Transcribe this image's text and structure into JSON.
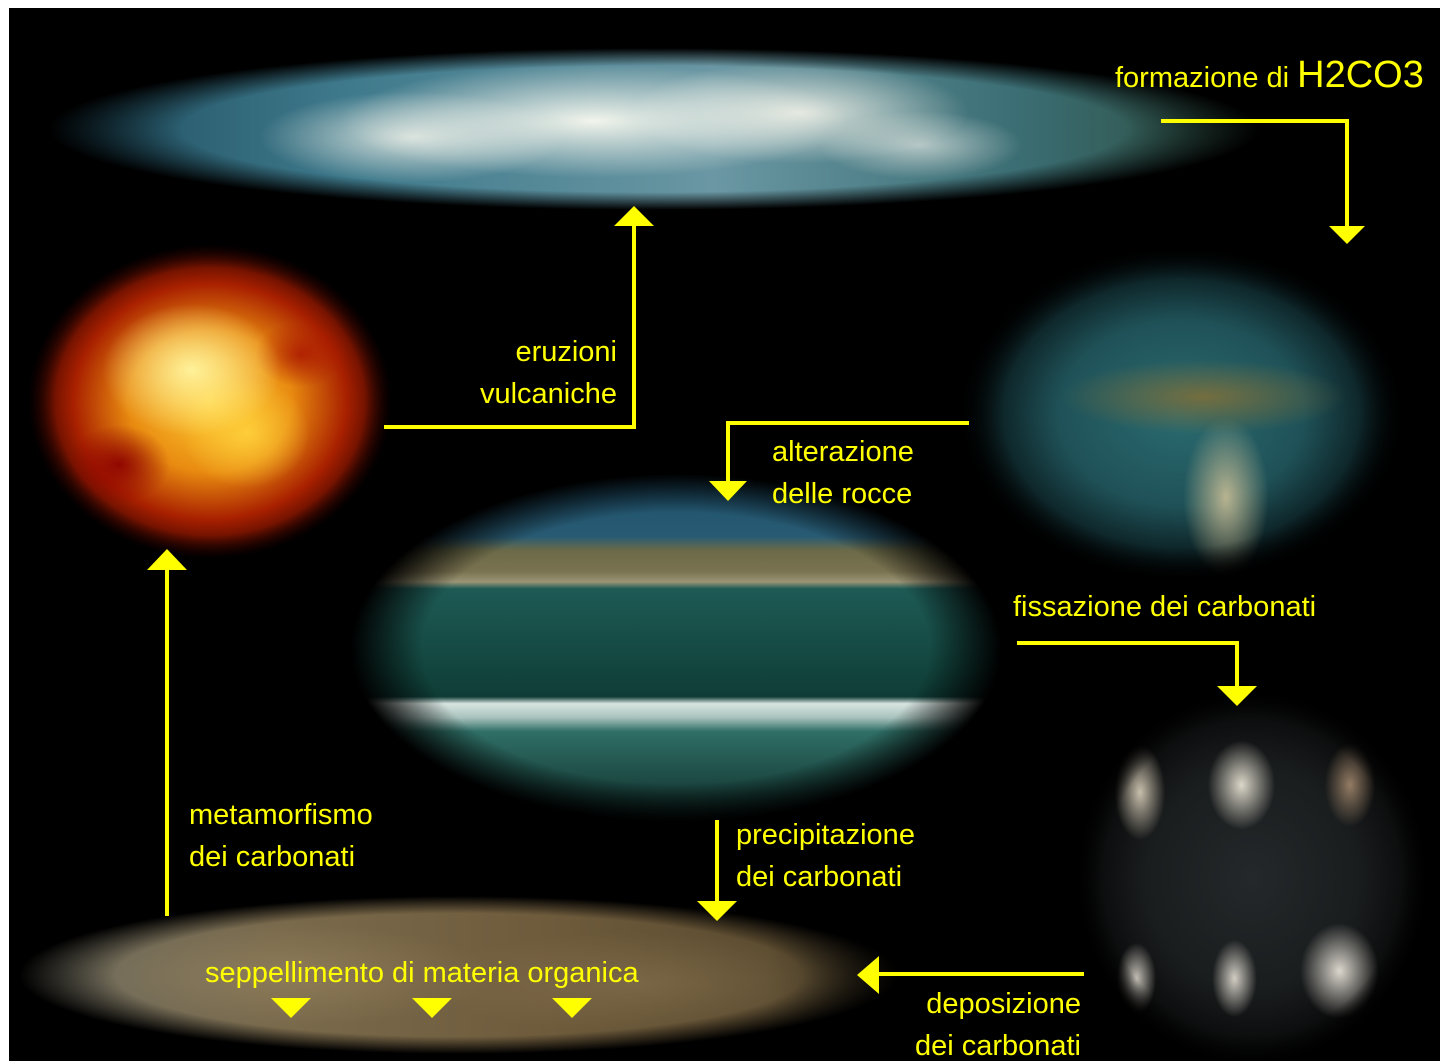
{
  "labels": {
    "formazione": "formazione di",
    "formazione_formula": "H2CO3",
    "eruzioni_1": "eruzioni",
    "eruzioni_2": "vulcaniche",
    "alterazione_1": "alterazione",
    "alterazione_2": "delle rocce",
    "fissazione": "fissazione dei carbonati",
    "metamorfismo_1": "metamorfismo",
    "metamorfismo_2": "dei carbonati",
    "precipitazione_1": "precipitazione",
    "precipitazione_2": "dei carbonati",
    "seppellimento": "seppellimento di materia organica",
    "deposizione_1": "deposizione",
    "deposizione_2": "dei carbonati"
  },
  "colors": {
    "arrow": "#ffff00",
    "text": "#ffff00",
    "background": "#000000"
  },
  "images": [
    {
      "name": "sky-clouds-image",
      "depicts": "sky-clouds"
    },
    {
      "name": "volcano-lava-image",
      "depicts": "volcanic-lava"
    },
    {
      "name": "rock-formation-image",
      "depicts": "eroded-rock"
    },
    {
      "name": "sea-waves-image",
      "depicts": "sea-coast"
    },
    {
      "name": "seashells-image",
      "depicts": "seashells"
    },
    {
      "name": "sediment-image",
      "depicts": "sediment-layer"
    }
  ]
}
